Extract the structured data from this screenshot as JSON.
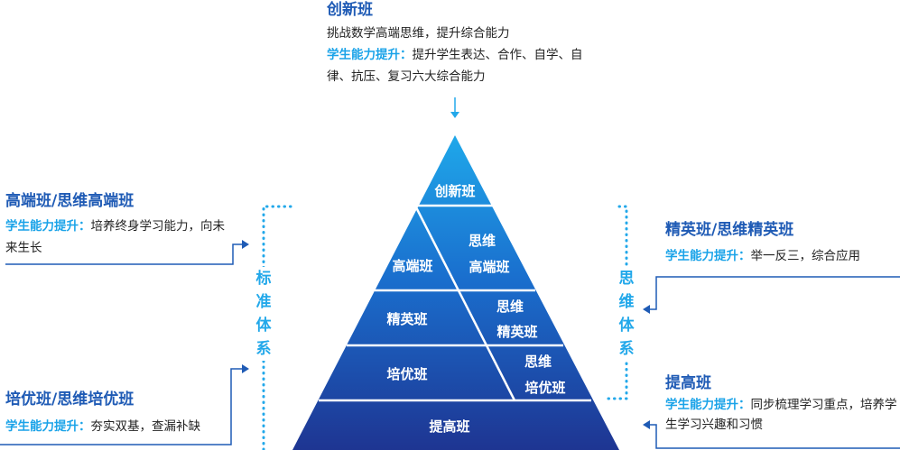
{
  "top": {
    "title": "创新班",
    "line1": "挑战数学高端思维，提升综合能力",
    "ability_label": "学生能力提升：",
    "ability_text": "提升学生表达、合作、自学、自律、抗压、复习六大综合能力"
  },
  "left_top": {
    "title": "高端班/思维高端班",
    "ability_label": "学生能力提升：",
    "ability_text": "培养终身学习能力，向未来生长"
  },
  "left_bottom": {
    "title": "培优班/思维培优班",
    "ability_label": "学生能力提升：",
    "ability_text": "夯实双基，查漏补缺"
  },
  "right_top": {
    "title": "精英班/思维精英班",
    "ability_label": "学生能力提升：",
    "ability_text": "举一反三，综合应用"
  },
  "right_bottom": {
    "title": "提高班",
    "ability_label": "学生能力提升：",
    "ability_text": "同步梳理学习重点，培养学生学习兴趣和习惯"
  },
  "pyramid": {
    "tier1": "创新班",
    "tier2_left": "高端班",
    "tier2_right_line1": "思维",
    "tier2_right_line2": "高端班",
    "tier3_left": "精英班",
    "tier3_right_line1": "思维",
    "tier3_right_line2": "精英班",
    "tier4_left": "培优班",
    "tier4_right_line1": "思维",
    "tier4_right_line2": "培优班",
    "tier5": "提高班"
  },
  "side_labels": {
    "left": [
      "标",
      "准",
      "体",
      "系"
    ],
    "right": [
      "思",
      "维",
      "体",
      "系"
    ]
  },
  "colors": {
    "title_blue": "#1f5bb5",
    "highlight_cyan": "#1aa3e8",
    "pyramid_top": "#1a9fe5",
    "pyramid_bottom": "#1e3a9a"
  }
}
